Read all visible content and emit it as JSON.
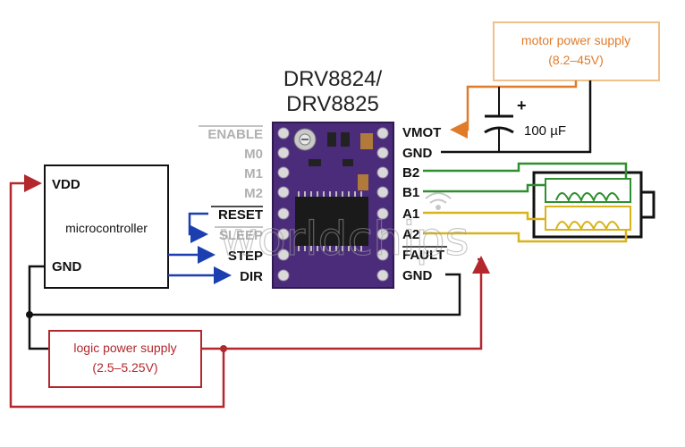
{
  "title": {
    "line1": "DRV8824/",
    "line2": "DRV8825"
  },
  "motor_supply": {
    "label": "motor power supply",
    "range": "(8.2–45V)"
  },
  "logic_supply": {
    "label": "logic power supply",
    "range": "(2.5–5.25V)"
  },
  "microcontroller": {
    "label": "microcontroller",
    "vdd": "VDD",
    "gnd": "GND"
  },
  "capacitor": {
    "value": "100 µF",
    "polarity": "+"
  },
  "left_pins": [
    "ENABLE",
    "M0",
    "M1",
    "M2",
    "RESET",
    "SLEEP",
    "STEP",
    "DIR"
  ],
  "right_pins": [
    "VMOT",
    "GND",
    "B2",
    "B1",
    "A1",
    "A2",
    "FAULT",
    "GND"
  ],
  "watermark": "worldchips",
  "colors": {
    "motor_wire": "#e07b2a",
    "logic_wire": "#b3272d",
    "signal_wire": "#1b3fb0",
    "coil_b": "#2f8f2f",
    "coil_a": "#d9b31a",
    "board": "#4b2c7a",
    "ground": "#111111",
    "supply_box_motor": "#f0c08a",
    "supply_box_logic": "#b3272d",
    "disabled_pin": "#b0b0b0"
  }
}
